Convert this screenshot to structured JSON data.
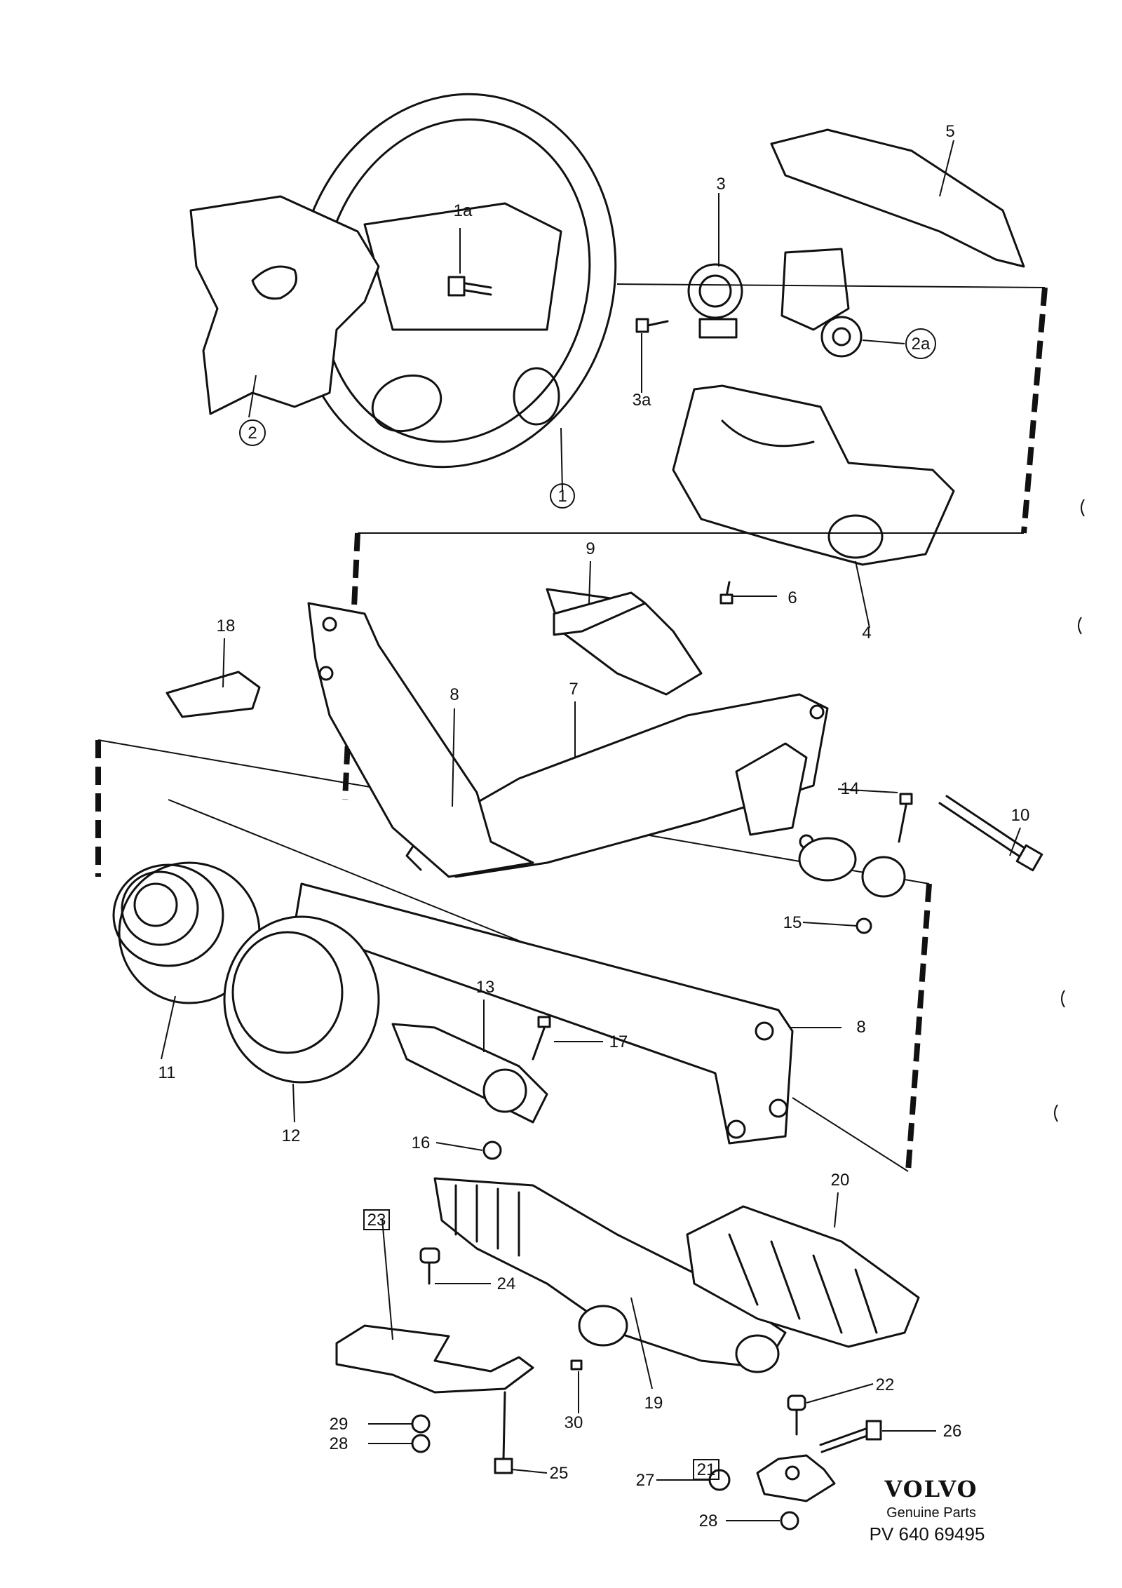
{
  "labels": {
    "l1": "1",
    "l1a": "1a",
    "l2": "2",
    "l2a": "2a",
    "l3": "3",
    "l3a": "3a",
    "l4": "4",
    "l5": "5",
    "l6": "6",
    "l7": "7",
    "l8a": "8",
    "l8b": "8",
    "l9": "9",
    "l10": "10",
    "l11": "11",
    "l12": "12",
    "l13": "13",
    "l14": "14",
    "l15": "15",
    "l16": "16",
    "l17": "17",
    "l18": "18",
    "l19": "19",
    "l20": "20",
    "l21": "21",
    "l22": "22",
    "l23": "23",
    "l24": "24",
    "l25": "25",
    "l26": "26",
    "l27": "27",
    "l28a": "28",
    "l28b": "28",
    "l29": "29",
    "l30": "30"
  },
  "branding": {
    "brand": "VOLVO",
    "subtitle": "Genuine Parts",
    "part_number": "PV 640 69495"
  }
}
